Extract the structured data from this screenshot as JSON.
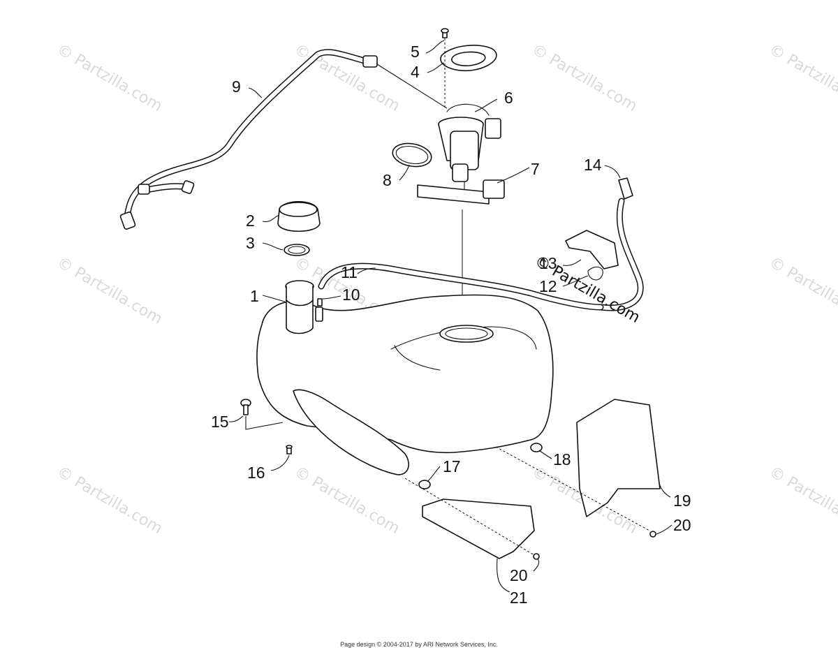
{
  "diagram": {
    "watermark": "© Partzilla.com",
    "watermark_center": "© Partzilla.com",
    "callouts": {
      "c1": "1",
      "c2": "2",
      "c3": "3",
      "c4": "4",
      "c5": "5",
      "c6": "6",
      "c7": "7",
      "c8": "8",
      "c9": "9",
      "c10": "10",
      "c11": "11",
      "c12": "12",
      "c13": "13",
      "c14": "14",
      "c15": "15",
      "c16": "16",
      "c17": "17",
      "c18": "18",
      "c19": "19",
      "c20a": "20",
      "c20b": "20",
      "c21": "21"
    }
  },
  "footer": {
    "text": "Page design © 2004-2017 by ARI Network Services, Inc."
  }
}
